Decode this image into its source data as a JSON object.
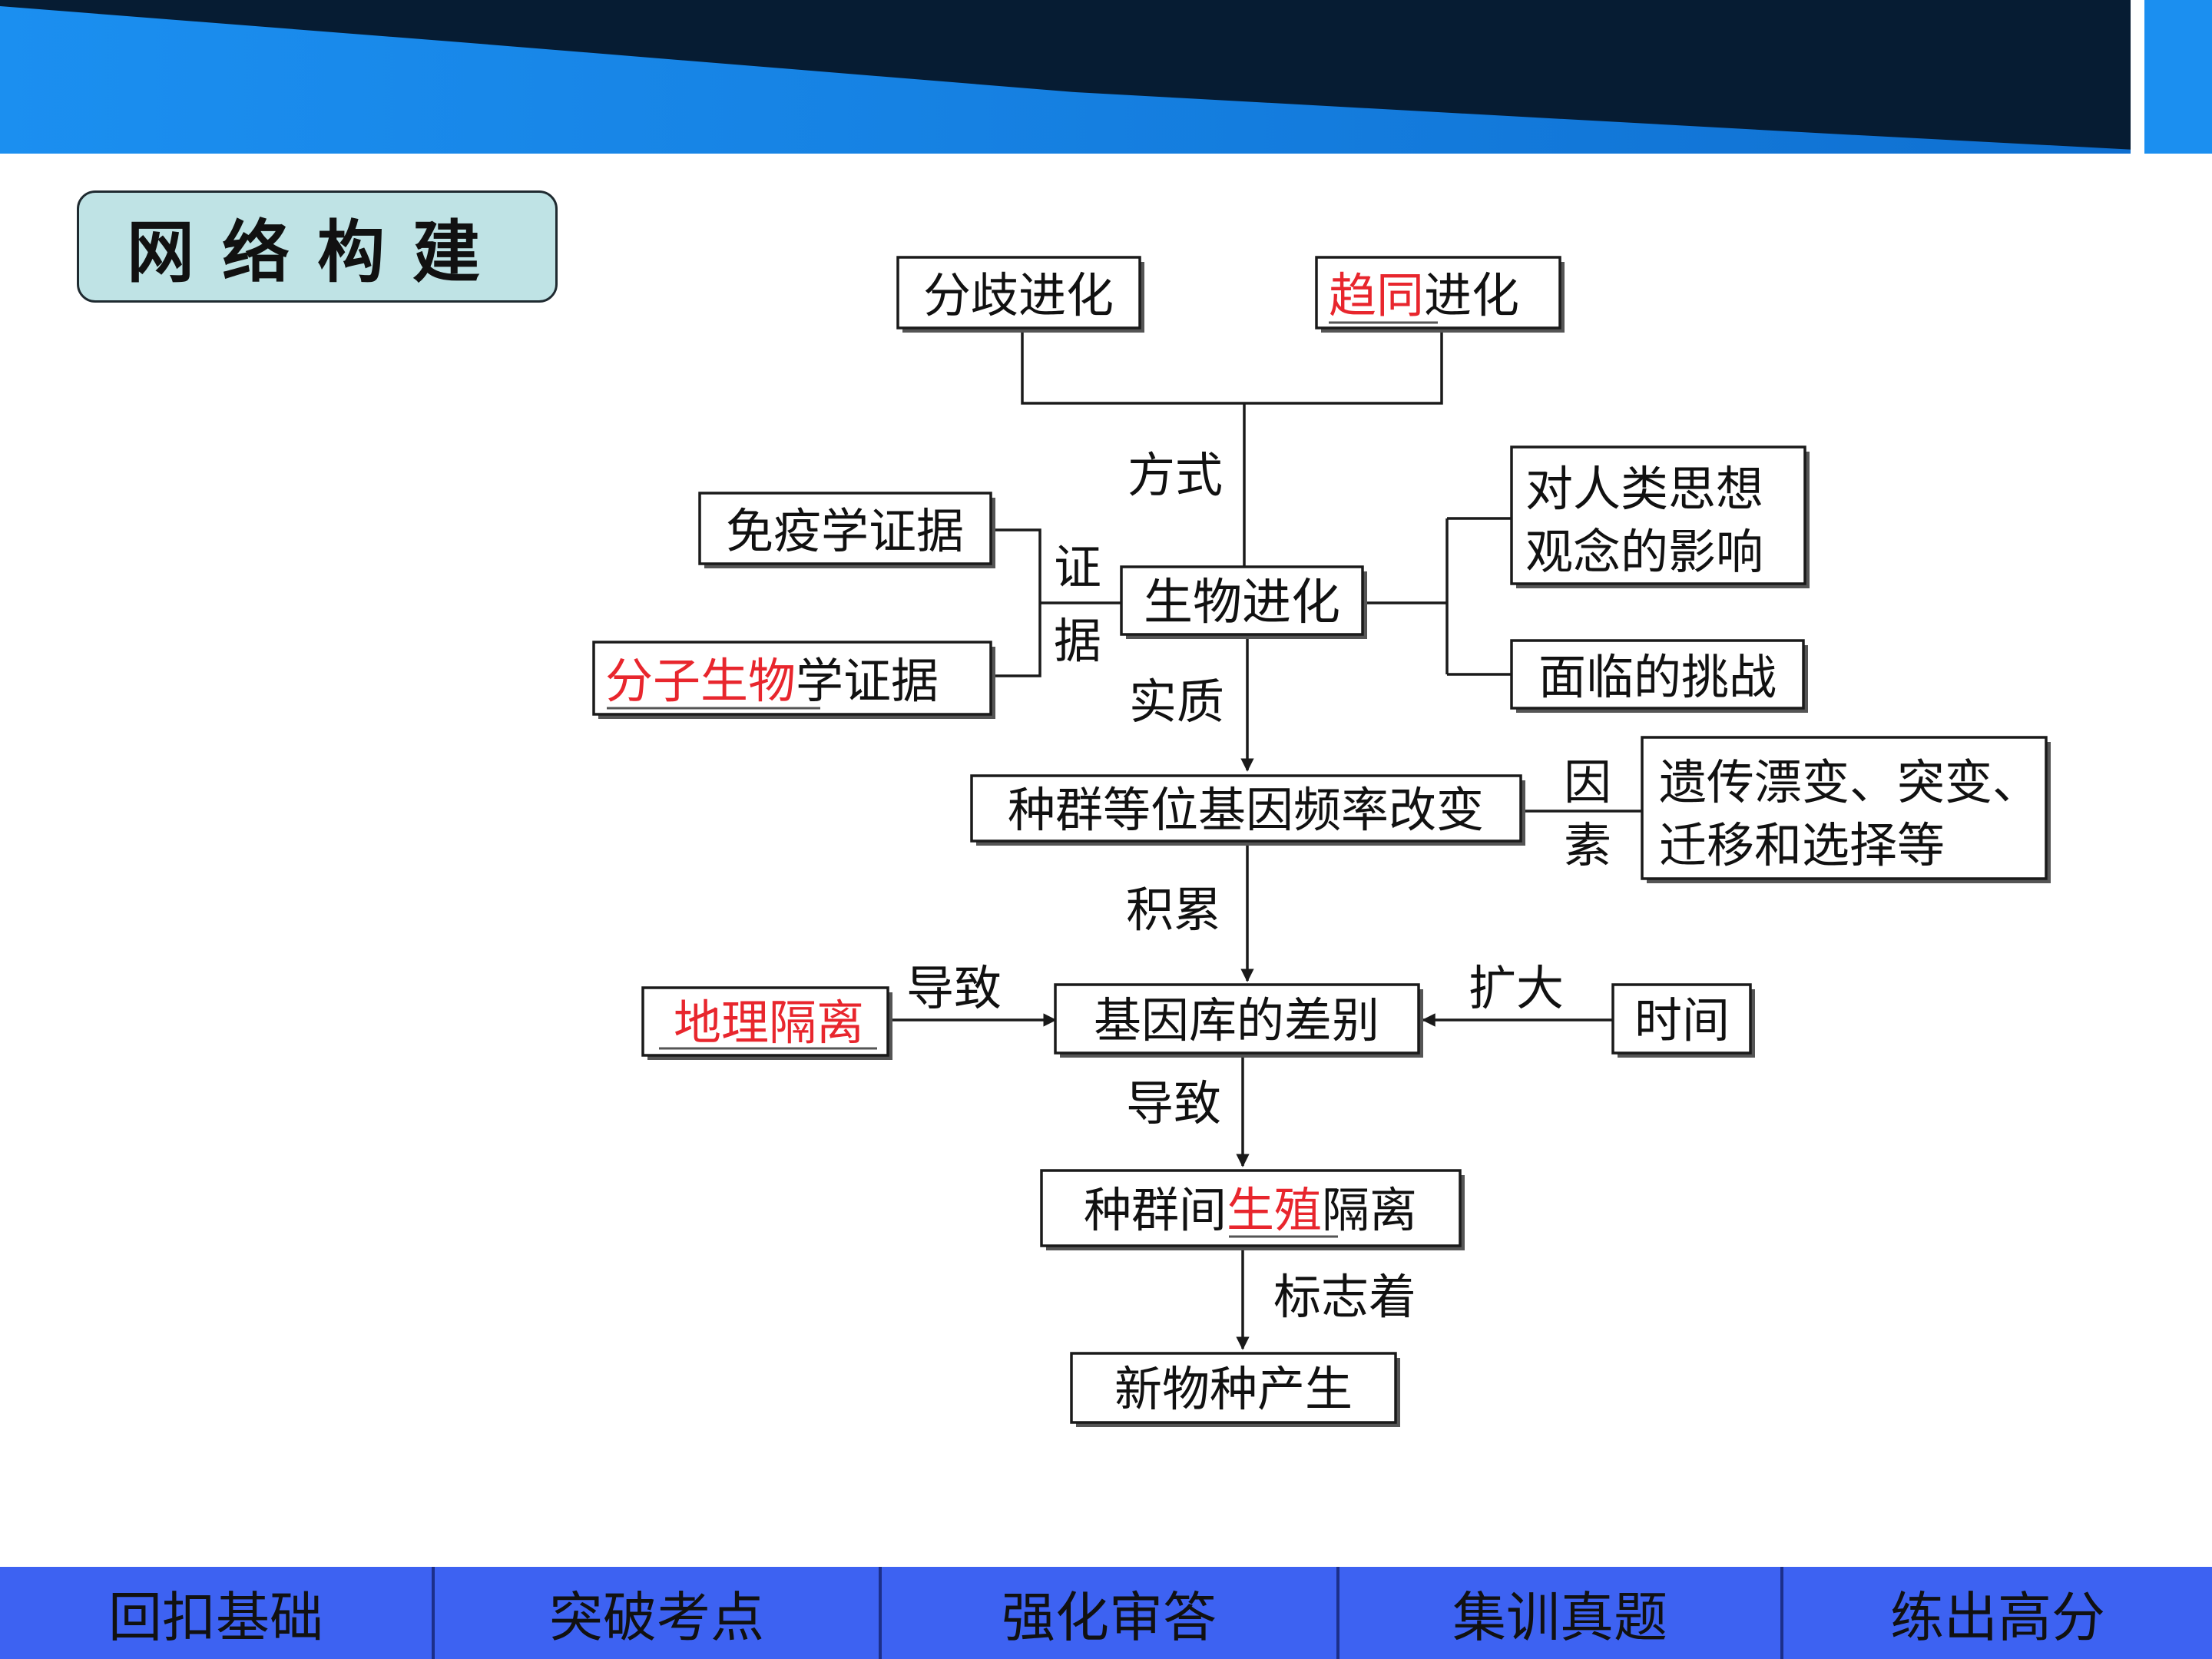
{
  "header": {
    "colors": {
      "blue": "#1b8ff0",
      "dark": "#061c33"
    }
  },
  "section_title": "网络构建",
  "diagram": {
    "nodes": {
      "divergent": {
        "text": "分歧进化"
      },
      "convergent": {
        "red": "趋同",
        "text": "进化"
      },
      "immunology": {
        "text": "免疫学证据"
      },
      "molecular": {
        "red": "分子生物",
        "text": "学证据"
      },
      "evolution": {
        "text": "生物进化"
      },
      "thought": {
        "line1": "对人类思想",
        "line2": "观念的影响"
      },
      "challenge": {
        "text": "面临的挑战"
      },
      "frequency": {
        "text": "种群等位基因频率改变"
      },
      "factors": {
        "line1": "遗传漂变、突变、",
        "line2": "迁移和选择等"
      },
      "geo": {
        "red": "地理隔离"
      },
      "genepool": {
        "text": "基因库的差别"
      },
      "time": {
        "text": "时间"
      },
      "repro": {
        "pre": "种群间",
        "red": "生殖",
        "post": "隔离"
      },
      "newspecies": {
        "text": "新物种产生"
      }
    },
    "labels": {
      "mode": "方式",
      "evidence": [
        "证",
        "据"
      ],
      "essence": "实质",
      "factor": [
        "因",
        "素"
      ],
      "accumulate": "积累",
      "lead_left": "导致",
      "expand": "扩大",
      "lead_down": "导致",
      "mark": "标志着"
    }
  },
  "nav": {
    "color": "#3d62f2",
    "items": [
      "回扣基础",
      "突破考点",
      "强化审答",
      "集训真题",
      "练出高分"
    ]
  }
}
